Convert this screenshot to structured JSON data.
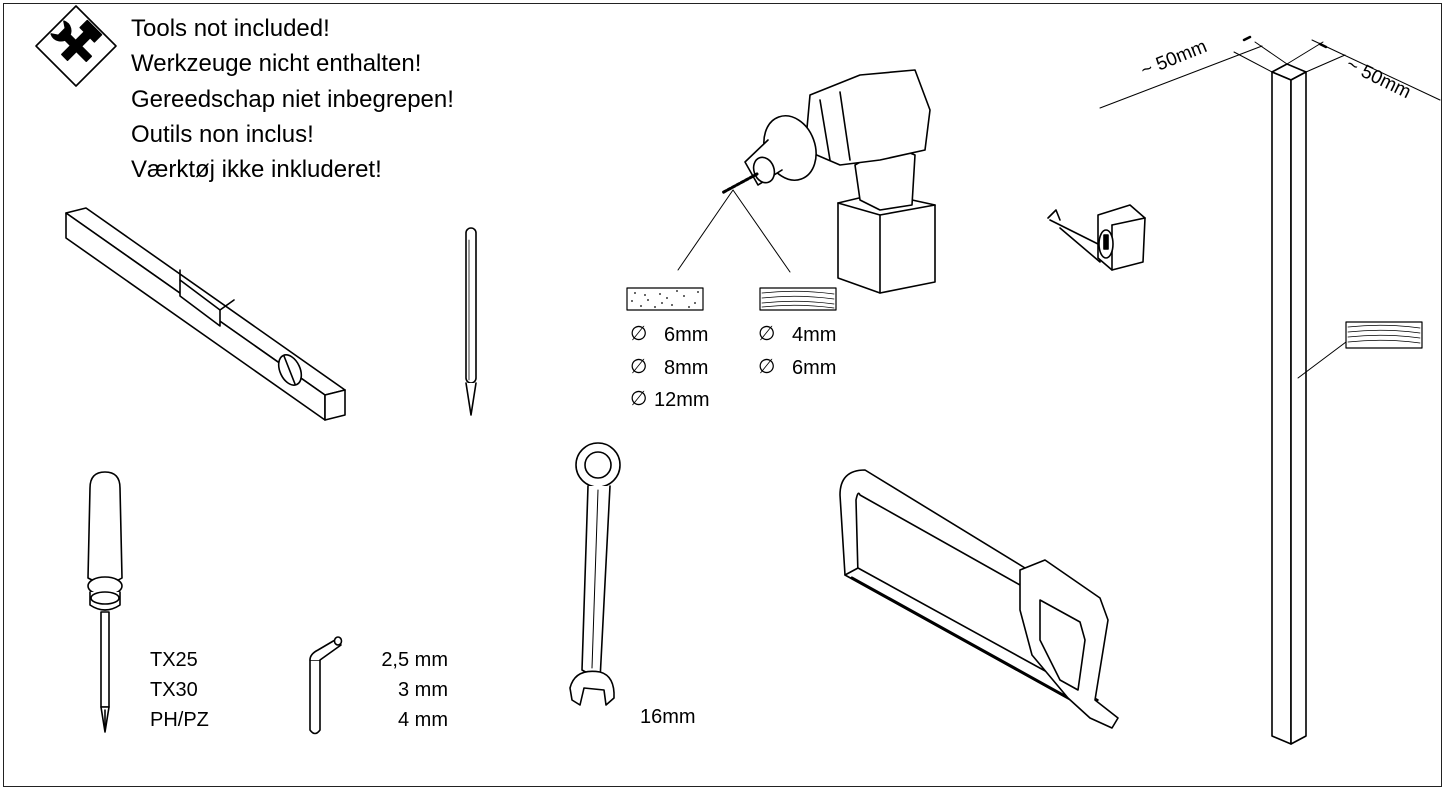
{
  "notice": {
    "lines": [
      "Tools not included!",
      "Werkzeuge nicht enthalten!",
      "Gereedschap niet inbegrepen!",
      "Outils non inclus!",
      "Værktøj ikke inkluderet!"
    ]
  },
  "drill": {
    "stone_sizes": [
      "6mm",
      "8mm",
      "12mm"
    ],
    "wood_sizes": [
      "4mm",
      "6mm"
    ],
    "diameter_symbol": "∅"
  },
  "screwdriver": {
    "bits": [
      "TX25",
      "TX30",
      "PH/PZ"
    ]
  },
  "hex_key": {
    "sizes": [
      "2,5 mm",
      "3 mm",
      "4 mm"
    ]
  },
  "wrench": {
    "size": "16mm"
  },
  "post": {
    "dim_left": "~ 50mm",
    "dim_right": "~ 50mm"
  }
}
